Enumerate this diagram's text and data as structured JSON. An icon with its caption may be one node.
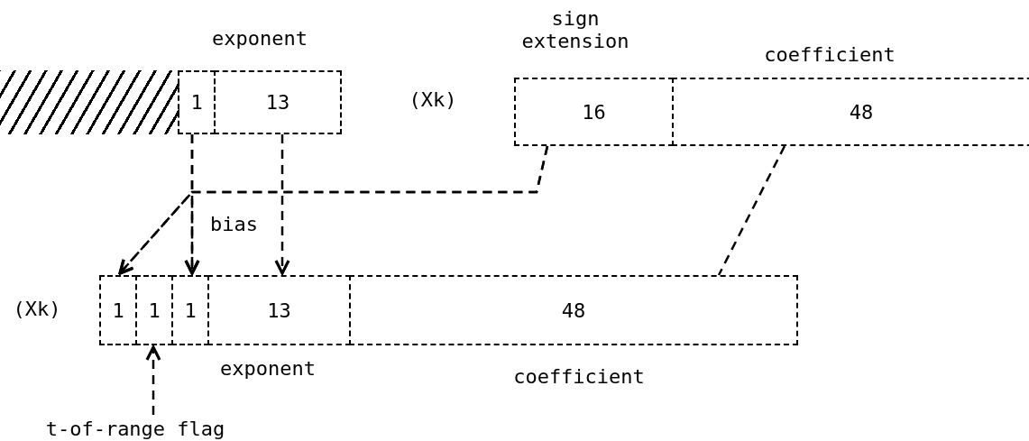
{
  "diagram": {
    "nodes": [
      {
        "text": [],
        "shape": "box"
      },
      {
        "text": [
          "1"
        ]
      },
      {
        "text": [
          "13"
        ]
      },
      {
        "text": [
          "16"
        ]
      },
      {
        "text": [
          "48"
        ]
      },
      {
        "text": [
          "1"
        ]
      },
      {
        "text": [
          "1"
        ]
      },
      {
        "text": [
          "1"
        ]
      },
      {
        "text": [
          "13"
        ]
      },
      {
        "text": [
          "48"
        ]
      },
      {
        "text": [
          "t-of-range flag"
        ]
      }
    ],
    "edges": [
      {
        "from": 1,
        "to": 5,
        "arrow": "to"
      },
      {
        "from": 1,
        "to": 7,
        "arrow": "to"
      },
      {
        "from": 3,
        "to": 5,
        "arrow": "to"
      },
      {
        "from": 3,
        "to": 7,
        "arrow": "to"
      },
      {
        "from": 2,
        "to": 8,
        "arrow": "to"
      },
      {
        "from": 4,
        "to": 9,
        "arrow": "none"
      },
      {
        "from": 10,
        "to": 6,
        "arrow": "to"
      }
    ],
    "labels": [
      "sign extension",
      "exponent",
      "coefficient",
      "(Xk)",
      "bias",
      "(Xk)",
      "exponent",
      "coefficient"
    ]
  }
}
